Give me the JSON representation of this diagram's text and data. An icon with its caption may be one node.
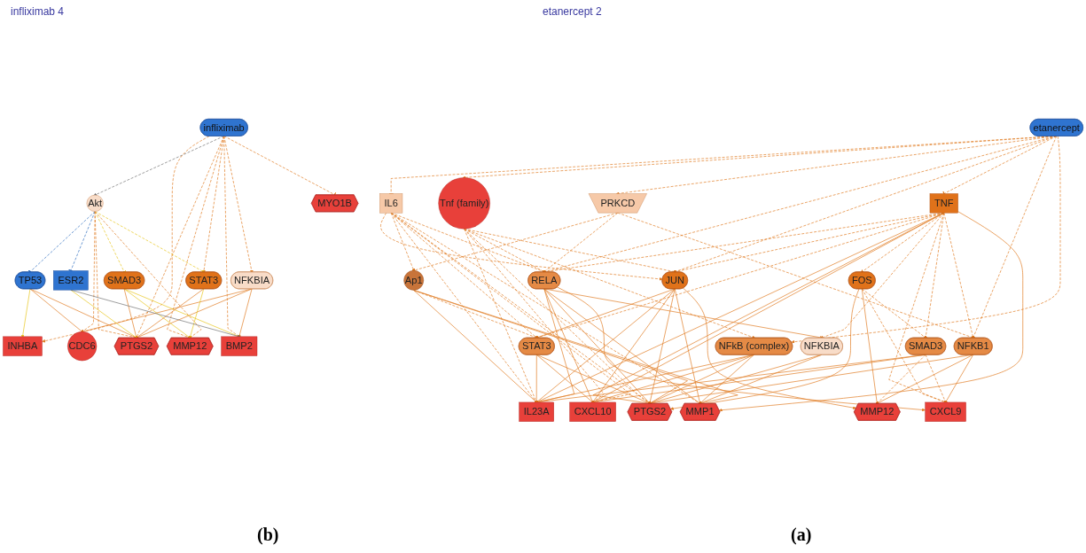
{
  "diagram": {
    "nodes": [
      {
        "text": [
          "etanercept"
        ]
      },
      {
        "text": [
          "IL6"
        ]
      },
      {
        "text": [
          "Tnf (family)"
        ]
      },
      {
        "text": [
          "PRKCD"
        ]
      },
      {
        "text": [
          "TNF"
        ]
      },
      {
        "text": [
          "Ap1"
        ]
      },
      {
        "text": [
          "RELA"
        ]
      },
      {
        "text": [
          "JUN"
        ]
      },
      {
        "text": [
          "FOS"
        ]
      },
      {
        "text": [
          "STAT3"
        ]
      },
      {
        "text": [
          "NFkB (complex)"
        ]
      },
      {
        "text": [
          "NFKBIA"
        ]
      },
      {
        "text": [
          "NFKB1"
        ]
      },
      {
        "text": [
          "SMAD3"
        ]
      },
      {
        "text": [
          "IL23A"
        ]
      },
      {
        "text": [
          "CXCL10"
        ]
      },
      {
        "text": [
          "PTGS2"
        ]
      },
      {
        "text": [
          "MMP1"
        ]
      },
      {
        "text": [
          "MMP12"
        ]
      },
      {
        "text": [
          "CXCL9"
        ]
      },
      {
        "text": [
          "infliximab"
        ]
      },
      {
        "text": [
          "Akt"
        ]
      },
      {
        "text": [
          "TP53"
        ]
      },
      {
        "text": [
          "NFKBIA"
        ]
      },
      {
        "text": [
          "SMAD3"
        ]
      },
      {
        "text": [
          "STAT3"
        ]
      },
      {
        "text": [
          "ESR2"
        ]
      },
      {
        "text": [
          "INHBA"
        ]
      },
      {
        "text": [
          "CDC6"
        ]
      },
      {
        "text": [
          "MMP12"
        ]
      },
      {
        "text": [
          "PTGS2"
        ]
      },
      {
        "text": [
          "BMP2"
        ]
      },
      {
        "text": [
          "MYO1B"
        ]
      }
    ],
    "edges": [
      {
        "from": 0,
        "to": 1,
        "arrow": "other",
        "style": "dashed"
      },
      {
        "from": 0,
        "to": 2,
        "arrow": "to",
        "style": "dashed"
      },
      {
        "from": 0,
        "to": 3,
        "arrow": "to",
        "style": "dashed"
      },
      {
        "from": 0,
        "to": 4,
        "arrow": "other",
        "style": "dashed"
      },
      {
        "from": 0,
        "to": 6,
        "arrow": "to",
        "style": "dashed"
      },
      {
        "from": 0,
        "to": 7,
        "arrow": "to",
        "style": "dashed"
      },
      {
        "from": 0,
        "to": 10,
        "arrow": "to",
        "style": "dashed"
      },
      {
        "from": 0,
        "to": 12,
        "arrow": "to",
        "style": "dashed"
      },
      {
        "from": 1,
        "to": 5,
        "arrow": "to",
        "style": "dashed"
      },
      {
        "from": 1,
        "to": 9,
        "arrow": "to",
        "style": "dashed"
      },
      {
        "from": 1,
        "to": 6,
        "arrow": "to",
        "style": "dashed"
      },
      {
        "from": 1,
        "to": 7,
        "arrow": "to",
        "style": "dashed"
      },
      {
        "from": 1,
        "to": 14,
        "arrow": "to",
        "style": "dashed"
      },
      {
        "from": 1,
        "to": 15,
        "arrow": "to",
        "style": "dashed"
      },
      {
        "from": 1,
        "to": 16,
        "arrow": "to",
        "style": "dashed"
      },
      {
        "from": 1,
        "to": 17,
        "arrow": "to",
        "style": "dashed"
      },
      {
        "from": 2,
        "to": 6,
        "arrow": "to",
        "style": "dashed"
      },
      {
        "from": 2,
        "to": 7,
        "arrow": "to",
        "style": "dashed"
      },
      {
        "from": 2,
        "to": 10,
        "arrow": "to",
        "style": "dashed"
      },
      {
        "from": 2,
        "to": 14,
        "arrow": "to",
        "style": "dashed"
      },
      {
        "from": 2,
        "to": 15,
        "arrow": "to",
        "style": "dashed"
      },
      {
        "from": 2,
        "to": 16,
        "arrow": "to",
        "style": "dashed"
      },
      {
        "from": 3,
        "to": 5,
        "arrow": "to",
        "style": "dashed"
      },
      {
        "from": 3,
        "to": 6,
        "arrow": "to",
        "style": "dashed"
      },
      {
        "from": 3,
        "to": 12,
        "arrow": "to",
        "style": "dashed"
      },
      {
        "from": 4,
        "to": 6,
        "arrow": "to",
        "style": "dashed"
      },
      {
        "from": 4,
        "to": 7,
        "arrow": "to",
        "style": "dashed"
      },
      {
        "from": 4,
        "to": 8,
        "arrow": "to",
        "style": "dashed"
      },
      {
        "from": 4,
        "to": 9,
        "arrow": "to",
        "style": "dashed"
      },
      {
        "from": 4,
        "to": 11,
        "arrow": "to",
        "style": "dashed"
      },
      {
        "from": 4,
        "to": 12,
        "arrow": "to",
        "style": "dashed"
      },
      {
        "from": 4,
        "to": 13,
        "arrow": "to",
        "style": "dashed"
      },
      {
        "from": 4,
        "to": 14,
        "arrow": "to"
      },
      {
        "from": 4,
        "to": 15,
        "arrow": "to"
      },
      {
        "from": 4,
        "to": 16,
        "arrow": "to"
      },
      {
        "from": 4,
        "to": 17,
        "arrow": "to"
      },
      {
        "from": 4,
        "to": 19,
        "arrow": "to",
        "style": "dashed"
      },
      {
        "from": 5,
        "to": 9,
        "arrow": "to",
        "style": "dashed"
      },
      {
        "from": 5,
        "to": 14,
        "arrow": "to"
      },
      {
        "from": 5,
        "to": 16,
        "arrow": "to"
      },
      {
        "from": 5,
        "to": 17,
        "arrow": "to"
      },
      {
        "from": 6,
        "to": 14,
        "arrow": "to"
      },
      {
        "from": 6,
        "to": 15,
        "arrow": "to"
      },
      {
        "from": 6,
        "to": 16,
        "arrow": "to"
      },
      {
        "from": 6,
        "to": 17,
        "arrow": "to"
      },
      {
        "from": 6,
        "to": 11,
        "arrow": "to"
      },
      {
        "from": 6,
        "to": 19,
        "arrow": "to"
      },
      {
        "from": 7,
        "to": 14,
        "arrow": "to"
      },
      {
        "from": 7,
        "to": 15,
        "arrow": "to"
      },
      {
        "from": 7,
        "to": 16,
        "arrow": "to"
      },
      {
        "from": 7,
        "to": 17,
        "arrow": "to"
      },
      {
        "from": 7,
        "to": 18,
        "arrow": "to"
      },
      {
        "from": 7,
        "to": 9,
        "arrow": "to"
      },
      {
        "from": 8,
        "to": 16,
        "arrow": "to"
      },
      {
        "from": 8,
        "to": 18,
        "arrow": "to"
      },
      {
        "from": 8,
        "to": 13,
        "arrow": "to",
        "style": "dashed"
      },
      {
        "from": 8,
        "to": 19,
        "arrow": "to",
        "style": "dashed"
      },
      {
        "from": 9,
        "to": 14,
        "arrow": "to"
      },
      {
        "from": 9,
        "to": 15,
        "arrow": "to"
      },
      {
        "from": 9,
        "to": 16,
        "arrow": "to"
      },
      {
        "from": 10,
        "to": 14,
        "arrow": "to"
      },
      {
        "from": 10,
        "to": 15,
        "arrow": "to"
      },
      {
        "from": 10,
        "to": 16,
        "arrow": "to"
      },
      {
        "from": 10,
        "to": 17,
        "arrow": "to"
      },
      {
        "from": 11,
        "to": 16,
        "arrow": "to"
      },
      {
        "from": 11,
        "to": 17,
        "arrow": "to"
      },
      {
        "from": 12,
        "to": 16,
        "arrow": "to"
      },
      {
        "from": 12,
        "to": 18,
        "arrow": "to"
      },
      {
        "from": 12,
        "to": 19,
        "arrow": "to"
      },
      {
        "from": 13,
        "to": 14,
        "arrow": "to"
      },
      {
        "from": 13,
        "to": 15,
        "arrow": "to"
      },
      {
        "from": 13,
        "to": 18,
        "arrow": "to",
        "style": "dashed"
      },
      {
        "from": 13,
        "to": 19,
        "arrow": "to",
        "style": "dashed"
      },
      {
        "from": 20,
        "to": 21,
        "arrow": "to",
        "style": "dashed",
        "color": "#707070"
      },
      {
        "from": 20,
        "to": 27,
        "arrow": "to",
        "style": "dashed"
      },
      {
        "from": 20,
        "to": 23,
        "arrow": "to",
        "style": "dashed"
      },
      {
        "from": 20,
        "to": 29,
        "arrow": "to",
        "style": "dashed"
      },
      {
        "from": 20,
        "to": 30,
        "arrow": "to",
        "style": "dashed"
      },
      {
        "from": 20,
        "to": 25,
        "arrow": "to",
        "style": "dashed"
      },
      {
        "from": 20,
        "to": 31,
        "arrow": "other",
        "style": "dashed"
      },
      {
        "from": 20,
        "to": 32,
        "arrow": "other",
        "style": "dashed"
      },
      {
        "from": 21,
        "to": 22,
        "arrow": "other",
        "style": "dashed",
        "color": "#2f6fc0"
      },
      {
        "from": 21,
        "to": 26,
        "arrow": "other",
        "style": "dashed",
        "color": "#2f6fc0"
      },
      {
        "from": 21,
        "to": 28,
        "arrow": "to",
        "style": "dashed"
      },
      {
        "from": 21,
        "to": 24,
        "arrow": "other",
        "style": "dashed",
        "color": "#e8c61a"
      },
      {
        "from": 21,
        "to": 25,
        "arrow": "to",
        "style": "dashed",
        "color": "#e8c61a"
      },
      {
        "from": 21,
        "to": 29,
        "arrow": "to",
        "style": "dashed"
      },
      {
        "from": 21,
        "to": 30,
        "arrow": "to",
        "style": "dashed"
      },
      {
        "from": 22,
        "to": 27,
        "arrow": "to",
        "color": "#e8c61a"
      },
      {
        "from": 22,
        "to": 28,
        "arrow": "other"
      },
      {
        "from": 22,
        "to": 30,
        "arrow": "to"
      },
      {
        "from": 23,
        "to": 28,
        "arrow": "to"
      },
      {
        "from": 23,
        "to": 30,
        "arrow": "to"
      },
      {
        "from": 23,
        "to": 31,
        "arrow": "to"
      },
      {
        "from": 24,
        "to": 29,
        "arrow": "other",
        "color": "#e8c61a"
      },
      {
        "from": 24,
        "to": 30,
        "arrow": "to"
      },
      {
        "from": 24,
        "to": 31,
        "arrow": "to",
        "color": "#e8c61a"
      },
      {
        "from": 25,
        "to": 30,
        "arrow": "to"
      },
      {
        "from": 25,
        "to": 29,
        "arrow": "other",
        "color": "#e8c61a"
      },
      {
        "from": 26,
        "to": 30,
        "arrow": "to",
        "color": "#e8c61a"
      },
      {
        "from": 26,
        "to": 31,
        "arrow": "to",
        "color": "#707070"
      }
    ],
    "labels": [
      "etanercept 2",
      "infliximab 4",
      "(a)",
      "(b)"
    ]
  }
}
